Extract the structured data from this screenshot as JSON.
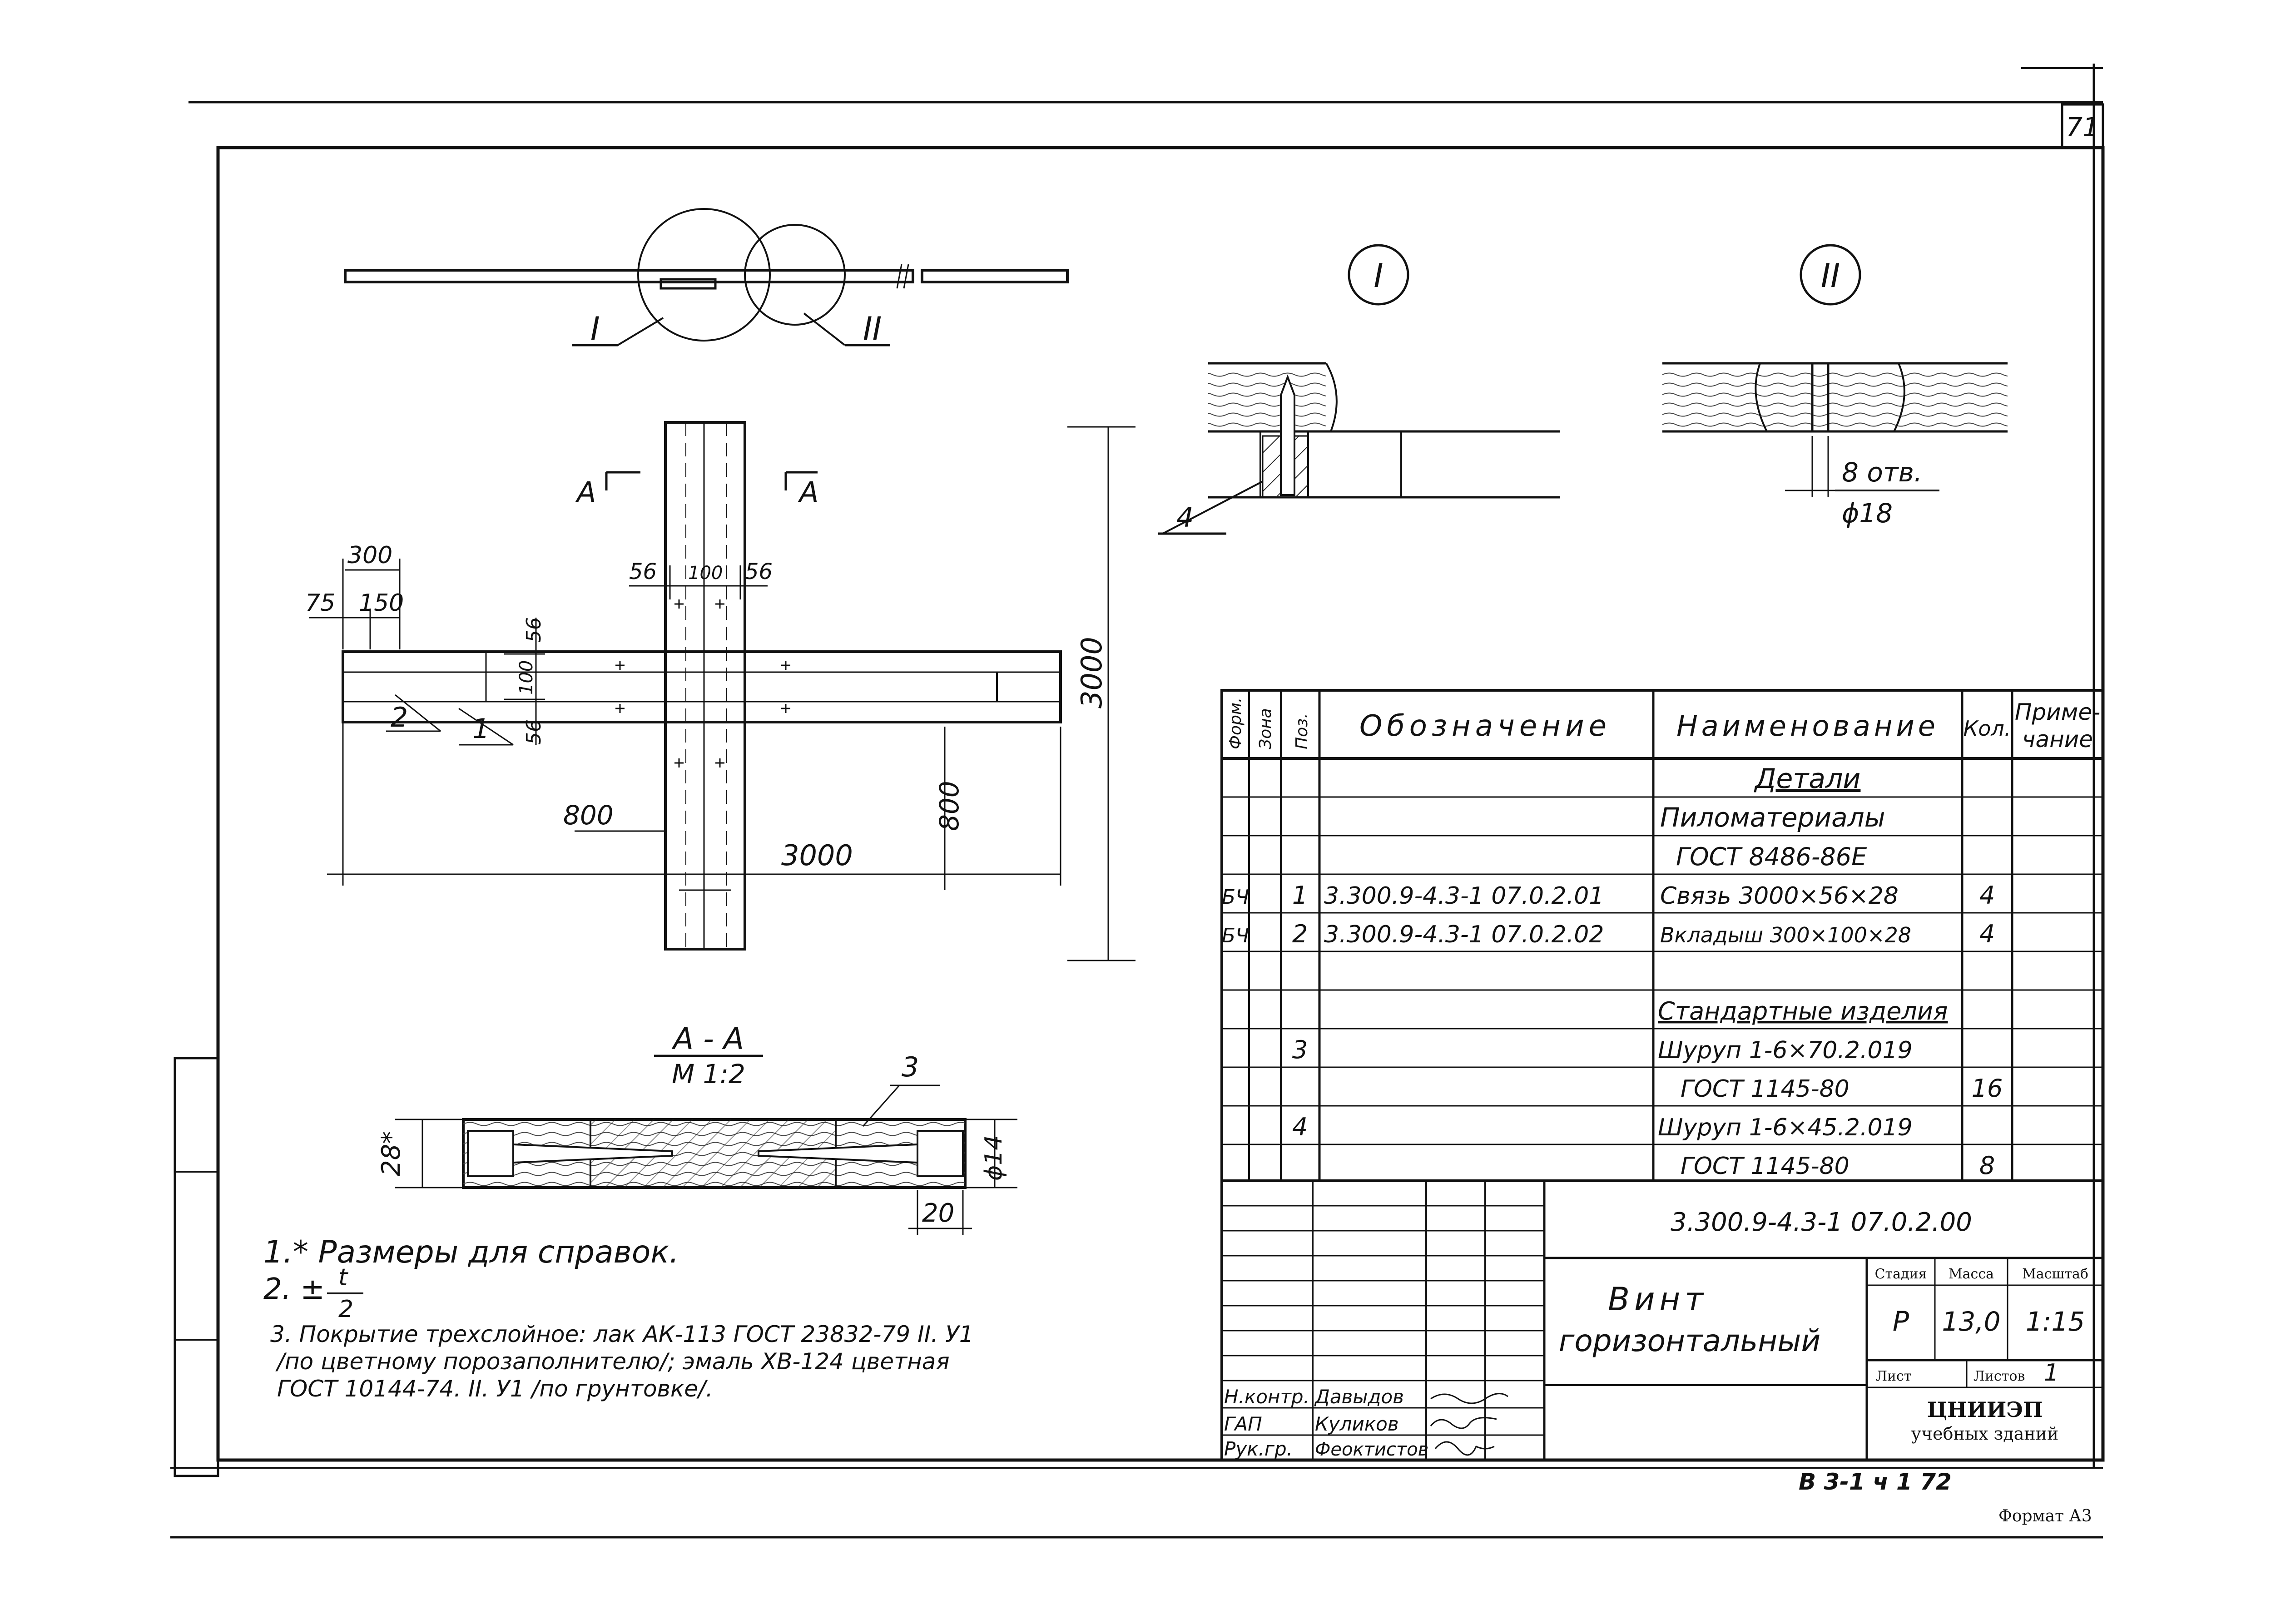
{
  "sheet": {
    "page_number": "71",
    "format": "Формат А3",
    "bottom_code": "В 3-1   ч 1  72"
  },
  "views": {
    "callout_i": "I",
    "callout_ii": "II",
    "section_mark": "А",
    "section_title": "А - А",
    "section_scale": "М 1:2",
    "hole_count": "8 отв.",
    "hole_dia": "ϕ18"
  },
  "dims": {
    "d300": "300",
    "d75": "75",
    "d150": "150",
    "d56a": "56",
    "d100a": "100",
    "d56b": "56",
    "d56c": "56",
    "d100b": "100",
    "d56d": "56",
    "d3000v": "3000",
    "d3000h": "3000",
    "d800a": "800",
    "d800b": "800",
    "d28": "28*",
    "d14": "ϕ14",
    "d20": "20"
  },
  "positions": {
    "p1": "1",
    "p2": "2",
    "p3": "3",
    "p4": "4"
  },
  "notes": {
    "n1": "1.* Размеры для справок.",
    "n2_prefix": "2. ±",
    "n2_num": "t",
    "n2_den": "2",
    "n3_l1": "3. Покрытие трехслойное: лак АК-113 ГОСТ 23832-79 II. У1",
    "n3_l2": "/по цветному порозаполнителю/; эмаль ХВ-124 цветная",
    "n3_l3": "ГОСТ 10144-74. II. У1 /по грунтовке/."
  },
  "spec": {
    "headers": {
      "format": "Форм.",
      "zone": "Зона",
      "pos": "Поз.",
      "designation": "Обозначение",
      "name": "Наименование",
      "qty": "Кол.",
      "note_l1": "Приме-",
      "note_l2": "чание"
    },
    "rows": [
      {
        "format": "",
        "pos": "",
        "designation": "",
        "name": "Детали",
        "qty": ""
      },
      {
        "format": "",
        "pos": "",
        "designation": "",
        "name": "Пиломатериалы",
        "qty": ""
      },
      {
        "format": "",
        "pos": "",
        "designation": "",
        "name": "ГОСТ 8486-86Е",
        "qty": ""
      },
      {
        "format": "БЧ",
        "pos": "1",
        "designation": "3.300.9-4.3-1 07.0.2.01",
        "name": "Связь 3000×56×28",
        "qty": "4"
      },
      {
        "format": "БЧ",
        "pos": "2",
        "designation": "3.300.9-4.3-1 07.0.2.02",
        "name": "Вкладыш 300×100×28",
        "qty": "4"
      },
      {
        "format": "",
        "pos": "",
        "designation": "",
        "name": "",
        "qty": ""
      },
      {
        "format": "",
        "pos": "",
        "designation": "",
        "name": "Стандартные изделия",
        "qty": ""
      },
      {
        "format": "",
        "pos": "3",
        "designation": "",
        "name": "Шуруп 1-6×70.2.019",
        "qty": ""
      },
      {
        "format": "",
        "pos": "",
        "designation": "",
        "name": "ГОСТ 1145-80",
        "qty": "16"
      },
      {
        "format": "",
        "pos": "4",
        "designation": "",
        "name": "Шуруп 1-6×45.2.019",
        "qty": ""
      },
      {
        "format": "",
        "pos": "",
        "designation": "",
        "name": "ГОСТ 1145-80",
        "qty": "8"
      }
    ]
  },
  "title_block": {
    "doc_code": "3.300.9-4.3-1 07.0.2.00",
    "title_l1": "Винт",
    "title_l2": "горизонтальный",
    "stage_label": "Стадия",
    "mass_label": "Масса",
    "scale_label": "Масштаб",
    "stage": "Р",
    "mass": "13,0",
    "scale": "1:15",
    "sheet_label": "Лист",
    "sheets_label": "Листов",
    "sheets": "1",
    "org_l1": "ЦНИИЭП",
    "org_l2": "учебных зданий",
    "signers": [
      {
        "role": "Н.контр.",
        "name": "Давыдов"
      },
      {
        "role": "ГАП",
        "name": "Куликов"
      },
      {
        "role": "Рук.гр.",
        "name": "Феоктистов"
      }
    ]
  }
}
